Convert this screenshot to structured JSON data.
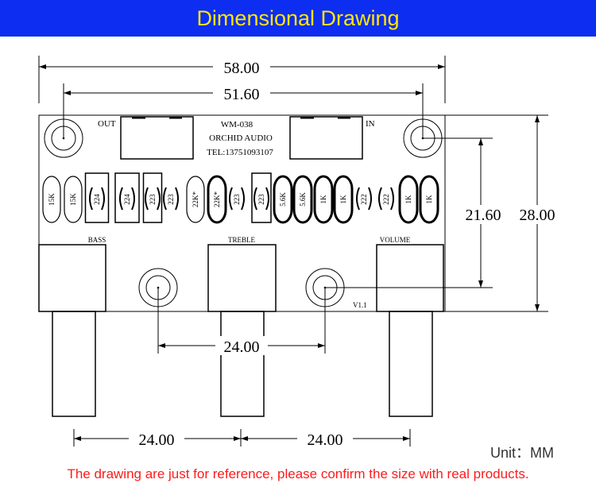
{
  "header": {
    "title": "Dimensional Drawing",
    "bg_color": "#0d2df0",
    "title_color": "#ffe600"
  },
  "board": {
    "model": "WM-038",
    "brand": "ORCHID AUDIO",
    "tel": "TEL:13751093107",
    "out_label": "OUT",
    "in_label": "IN",
    "version": "V1.1",
    "pots": [
      "BASS",
      "TREBLE",
      "VOLUME"
    ],
    "components": [
      "15K",
      "15K",
      "224",
      "224",
      "223",
      "223",
      "22K*",
      "22K*",
      "223",
      "223",
      "5.6K",
      "5.6K",
      "1K",
      "1K",
      "222",
      "222",
      "1K",
      "1K"
    ]
  },
  "dimensions": {
    "overall_width": "58.00",
    "hole_span": "51.60",
    "hole_vertical": "21.60",
    "overall_height": "28.00",
    "lower_hole_span": "24.00",
    "pot_span_left": "24.00",
    "pot_span_right": "24.00"
  },
  "footer": {
    "unit": "Unit：MM",
    "note": "The drawing are just for reference, please confirm the size with real products.",
    "note_color": "#ff1a1a"
  }
}
